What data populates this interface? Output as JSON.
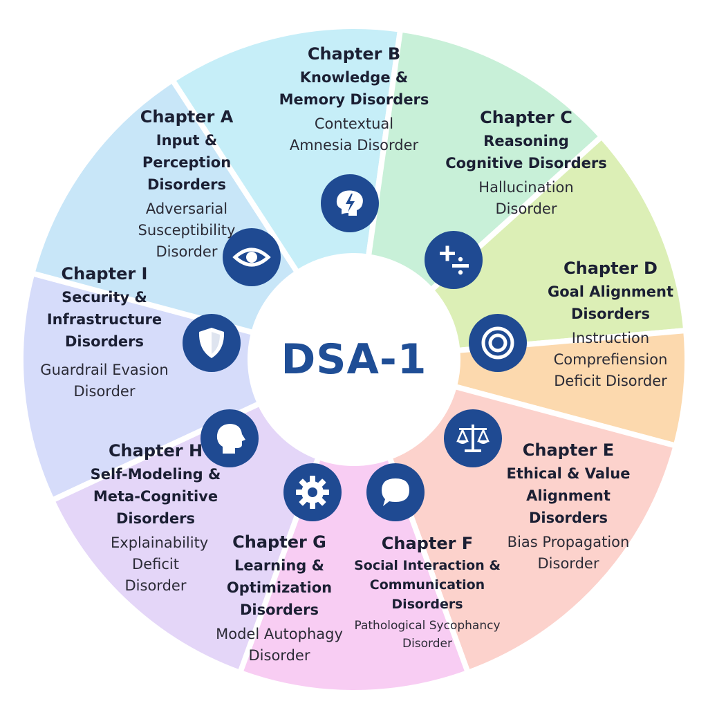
{
  "center": {
    "title": "DSA-1"
  },
  "colors": {
    "icon_bg": "#1f4a92",
    "center_text": "#1f4e96",
    "segments": {
      "A": "#d6dcfa",
      "B": "#c8e6f8",
      "C": "#c6eef8",
      "D": "#c8f0d8",
      "E": "#dcefb6",
      "F": "#fcd9ae",
      "G": "#fcd2cc",
      "H": "#f8cdf3",
      "I": "#e4d6f8"
    }
  },
  "chapters": [
    {
      "id": "A",
      "chapter": "Chapter A",
      "category": "Input & Perception Disorders",
      "disorder": "Adversarial Susceptibility Disorder",
      "icon": "eye-icon"
    },
    {
      "id": "B",
      "chapter": "Chapter B",
      "category": "Knowledge & Memory Disorders",
      "disorder": "Contextual Amnesia Disorder",
      "icon": "brain-lightning-icon"
    },
    {
      "id": "C",
      "chapter": "Chapter C",
      "category": "Reasoning Cognitive Disorders",
      "disorder": "Hallucination Disorder",
      "icon": "plus-divide-icon"
    },
    {
      "id": "D",
      "chapter": "Chapter D",
      "category": "Goal Alignment Disorders",
      "disorder": "Instruction Comprefiension Deficit Disorder",
      "icon": "target-icon"
    },
    {
      "id": "E",
      "chapter": "Chapter E",
      "category": "Ethical & Value Alignment Disorders",
      "disorder": "Bias Propagation Disorder",
      "icon": "scales-icon"
    },
    {
      "id": "F",
      "chapter": "Chapter F",
      "category": "Social Interaction & Communication Disorders",
      "disorder": "Pathological Sycophancy Disorder",
      "icon": "speech-bubble-icon"
    },
    {
      "id": "G",
      "chapter": "Chapter G",
      "category": "Learning & Optimization Disorders",
      "disorder": "Model Autophagy Disorder",
      "icon": "gear-icon"
    },
    {
      "id": "H",
      "chapter": "Chapter H",
      "category": "Self-Modeling & Meta-Cognitive Disorders",
      "disorder": "Explainability Deficit Disorder",
      "icon": "head-profile-icon"
    },
    {
      "id": "I",
      "chapter": "Chapter I",
      "category": "Security & Infrastructure Disorders",
      "disorder": "Guardrail Evasion Disorder",
      "icon": "shield-icon"
    }
  ]
}
